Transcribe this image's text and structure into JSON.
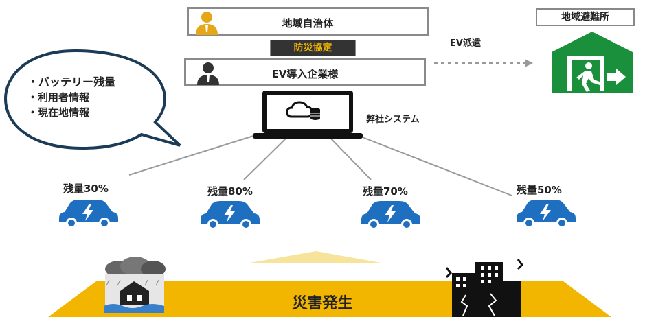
{
  "org": {
    "local_gov": "地域自治体",
    "agreement": "防災協定",
    "ev_company": "EV導入企業様"
  },
  "system_label": "弊社システム",
  "dispatch_label": "EV派遣",
  "shelter_label": "地域避難所",
  "info_bubble": {
    "items": [
      "・バッテリー残量",
      "・利用者情報",
      "・現在地情報"
    ]
  },
  "cars": [
    {
      "label": "残量30%"
    },
    {
      "label": "残量80%"
    },
    {
      "label": "残量70%"
    },
    {
      "label": "残量50%"
    }
  ],
  "disaster_label": "災害発生",
  "colors": {
    "gold": "#f2b500",
    "car_blue": "#1f6fc1",
    "shelter_green": "#1a8f3c",
    "navy": "#1c3b56"
  }
}
